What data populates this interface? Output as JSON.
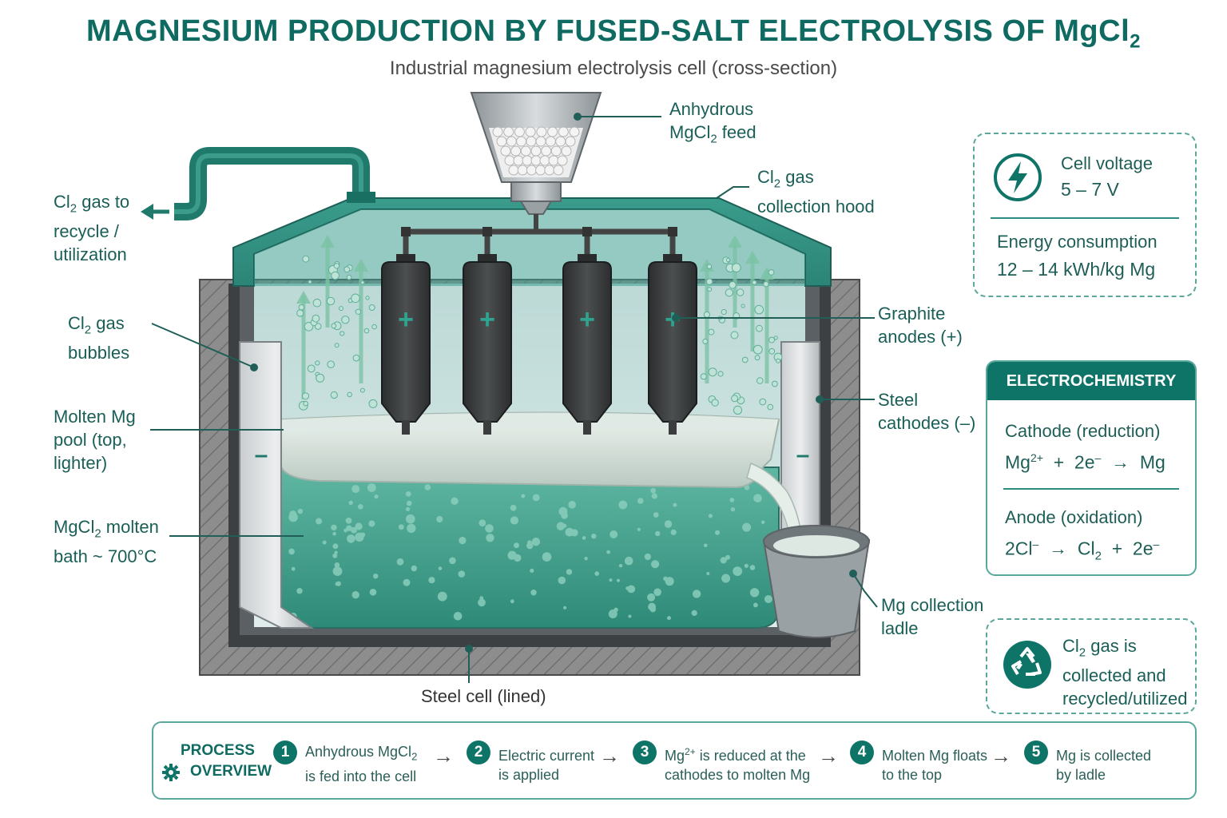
{
  "title": "MAGNESIUM PRODUCTION BY FUSED-SALT ELECTROLYSIS OF MgCl",
  "title_sub": "2",
  "subtitle": "Industrial magnesium electrolysis cell (cross-section)",
  "labels": {
    "feed_l1": "Anhydrous",
    "feed_l2a": "MgCl",
    "feed_l2b": "2",
    "feed_l2c": " feed",
    "hood_l1a": "Cl",
    "hood_l1b": "2",
    "hood_l1c": " gas",
    "hood_l2": "collection hood",
    "recycle_l1a": "Cl",
    "recycle_l1b": "2",
    "recycle_l1c": " gas to",
    "recycle_l2": "recycle /",
    "recycle_l3": "utilization",
    "bubbles_l1a": "Cl",
    "bubbles_l1b": "2",
    "bubbles_l1c": " gas",
    "bubbles_l2": "bubbles",
    "mgpool_l1": "Molten Mg",
    "mgpool_l2": "pool (top,",
    "mgpool_l3": "lighter)",
    "bath_l1a": "MgCl",
    "bath_l1b": "2",
    "bath_l1c": " molten",
    "bath_l2": "bath ~ 700°C",
    "anodes_l1": "Graphite",
    "anodes_l2": "anodes (+)",
    "cathodes_l1": "Steel",
    "cathodes_l2": "cathodes (–)",
    "ladle_l1": "Mg collection",
    "ladle_l2": "ladle",
    "cell": "Steel cell (lined)",
    "plus": "+",
    "minus": "–"
  },
  "info": {
    "voltage_title": "Cell voltage",
    "voltage_value": "5 – 7 V",
    "energy_title": "Energy consumption",
    "energy_value": "12 – 14 kWh/kg Mg"
  },
  "electrochem": {
    "heading": "ELECTROCHEMISTRY",
    "cathode_title": "Cathode (reduction)",
    "cathode_eq_a": "Mg",
    "cathode_eq_b": "2+",
    "cathode_eq_c": "  +  2e",
    "cathode_eq_d": "–",
    "cathode_eq_e": "  →  Mg",
    "anode_title": "Anode (oxidation)",
    "anode_eq_a": "2Cl",
    "anode_eq_b": "–",
    "anode_eq_c": "  →  Cl",
    "anode_eq_d": "2",
    "anode_eq_e": "  +  2e",
    "anode_eq_f": "–"
  },
  "recycle_box": {
    "l1a": "Cl",
    "l1b": "2",
    "l1c": " gas is",
    "l2": "collected and",
    "l3": "recycled/utilized"
  },
  "process": {
    "heading_l1": "PROCESS",
    "heading_l2": "OVERVIEW",
    "steps": [
      {
        "num": "1",
        "l1a": "Anhydrous MgCl",
        "l1b": "2",
        "l1c": "",
        "l2": "is fed into the cell"
      },
      {
        "num": "2",
        "l1a": "Electric current",
        "l1b": "",
        "l1c": "",
        "l2": "is applied"
      },
      {
        "num": "3",
        "l1a": "Mg",
        "l1b": "2+",
        "l1c": " is reduced at the",
        "l2": "cathodes to molten Mg"
      },
      {
        "num": "4",
        "l1a": "Molten Mg floats",
        "l1b": "",
        "l1c": "",
        "l2": "to the top"
      },
      {
        "num": "5",
        "l1a": "Mg is collected",
        "l1b": "",
        "l1c": "",
        "l2": "by ladle"
      }
    ]
  },
  "colors": {
    "accent": "#0f7468",
    "bath": "#3f9e8a",
    "hood": "#2a8a7c",
    "anode": "#3a3c3d"
  }
}
